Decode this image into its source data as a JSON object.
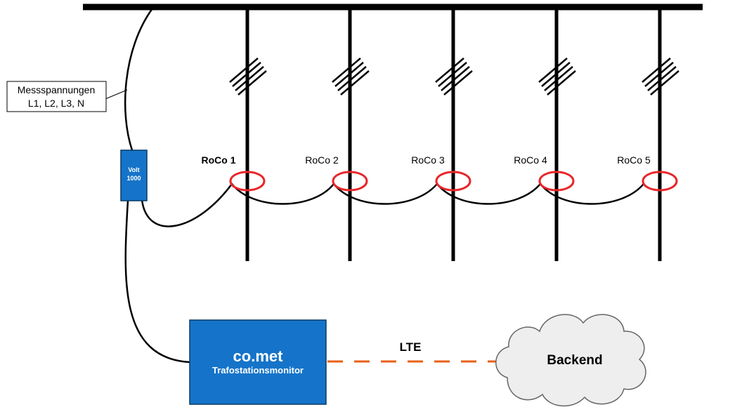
{
  "labels": {
    "measurement_voltages_line1": "Messspannungen",
    "measurement_voltages_line2": "L1, L2, L3, N",
    "volt_meter_line1": "Volt",
    "volt_meter_line2": "1000",
    "monitor_title": "co.met",
    "monitor_subtitle": "Trafostationsmonitor",
    "link_label": "LTE",
    "cloud_label": "Backend"
  },
  "sensors": [
    {
      "label": "RoCo 1",
      "emphasis": true
    },
    {
      "label": "RoCo 2",
      "emphasis": false
    },
    {
      "label": "RoCo 3",
      "emphasis": false
    },
    {
      "label": "RoCo 4",
      "emphasis": false
    },
    {
      "label": "RoCo 5",
      "emphasis": false
    }
  ],
  "colors": {
    "bus": "#000000",
    "sensor_ring": "#e8262a",
    "device_fill": "#1574c9",
    "device_stroke": "#0c3b66",
    "lte_link": "#e8601a",
    "cloud_fill": "#eeeeee",
    "cloud_stroke": "#666666"
  }
}
